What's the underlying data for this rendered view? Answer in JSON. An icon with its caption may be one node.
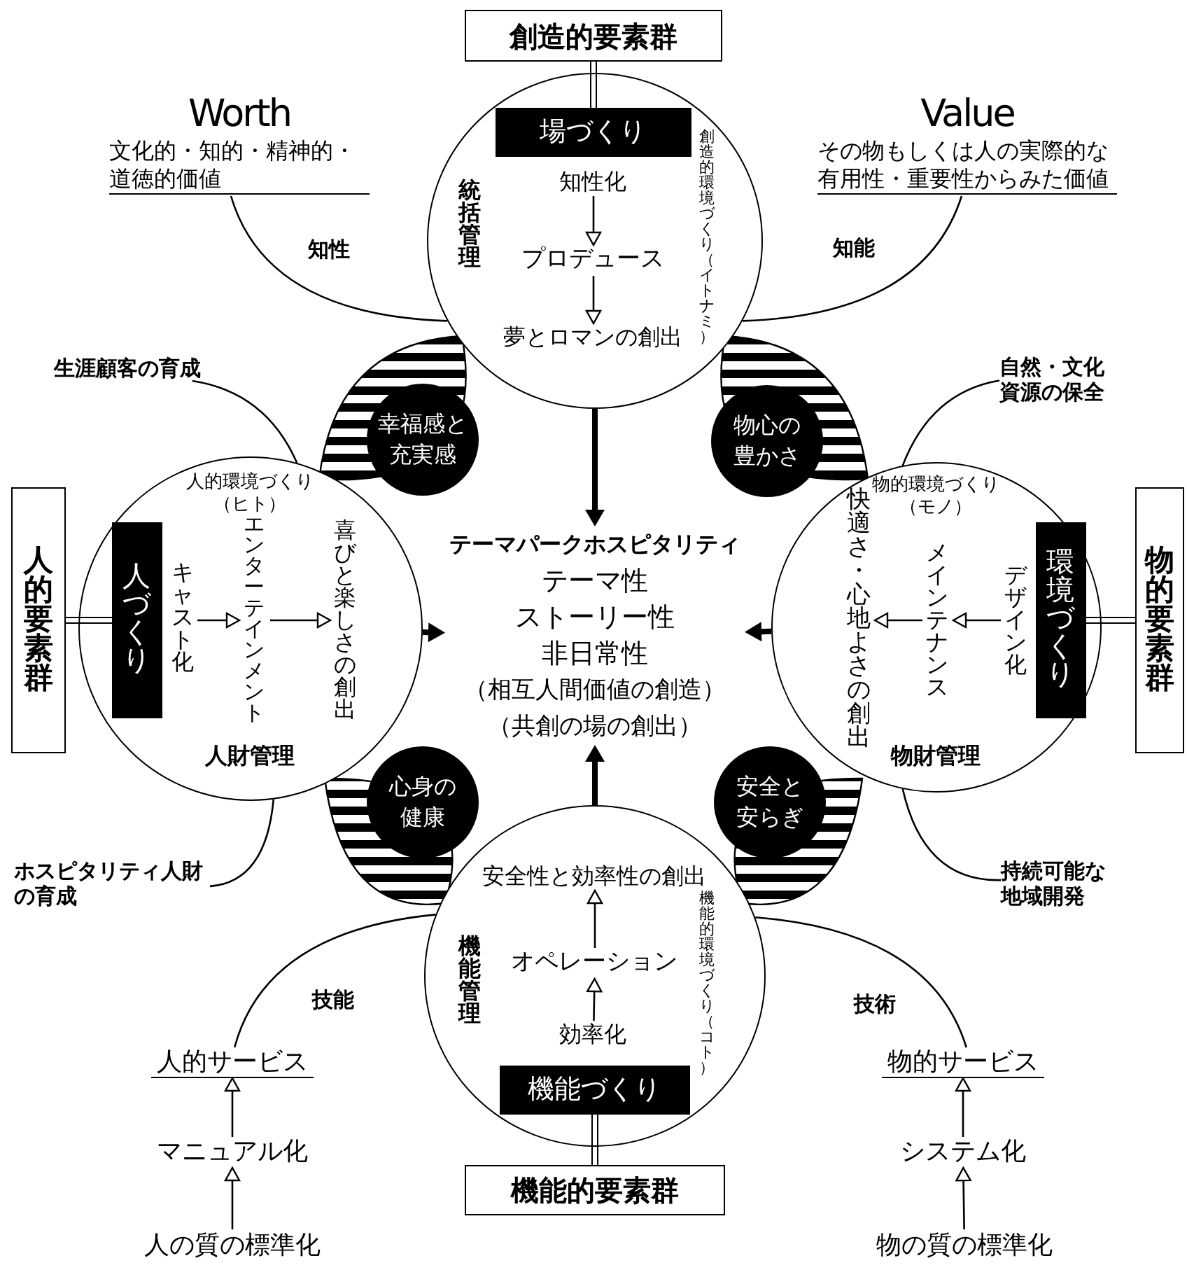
{
  "diagram": {
    "nodes": [
      {
        "text": [
          "創造的要素群"
        ]
      },
      {
        "text": [
          "統括管理",
          "創造的環境づくり（イトナミ）"
        ]
      },
      {
        "text": [
          "場づくり"
        ],
        "in": 1
      },
      {
        "text": [
          "知性化"
        ],
        "in": 1
      },
      {
        "text": [
          "プロデュース"
        ],
        "in": 1
      },
      {
        "text": [
          "夢とロマンの創出"
        ],
        "in": 1
      },
      {
        "text": [
          "人的要素群"
        ]
      },
      {
        "text": [
          "人的環境づくり（ヒト）",
          "人財管理"
        ]
      },
      {
        "text": [
          "人づくり"
        ],
        "in": 7
      },
      {
        "text": [
          "キャスト化"
        ],
        "in": 7
      },
      {
        "text": [
          "エンターテインメント"
        ],
        "in": 7
      },
      {
        "text": [
          "喜びと楽しさの創出"
        ],
        "in": 7
      },
      {
        "text": [
          "テーマパークホスピタリティ",
          "テーマ性",
          "ストーリー性",
          "非日常性",
          "（相互人間価値の創造）",
          "（共創の場の創出）"
        ]
      },
      {
        "text": [
          "物的環境づくり（モノ）",
          "物財管理"
        ]
      },
      {
        "text": [
          "環境づくり"
        ],
        "in": 13
      },
      {
        "text": [
          "デザイン化"
        ],
        "in": 13
      },
      {
        "text": [
          "メインテナンス"
        ],
        "in": 13
      },
      {
        "text": [
          "快適さ・心地よさの創出"
        ],
        "in": 13
      },
      {
        "text": [
          "物的要素群"
        ]
      },
      {
        "text": [
          "機能管理",
          "機能的環境づくり（コト）"
        ]
      },
      {
        "text": [
          "安全性と効率性の創出"
        ],
        "in": 19
      },
      {
        "text": [
          "オペレーション"
        ],
        "in": 19
      },
      {
        "text": [
          "効率化"
        ],
        "in": 19
      },
      {
        "text": [
          "機能づくり"
        ],
        "in": 19
      },
      {
        "text": [
          "機能的要素群"
        ]
      },
      {
        "text": [
          "幸福感と充実感"
        ]
      },
      {
        "text": [
          "物心の豊かさ"
        ]
      },
      {
        "text": [
          "心身の健康"
        ]
      },
      {
        "text": [
          "安全と安らぎ"
        ]
      },
      {
        "text": [
          "Worth",
          "文化的・知的・精神的・道徳的価値"
        ]
      },
      {
        "text": [
          "Value",
          "その物もしくは人の実際的な有用性・重要性からみた価値"
        ]
      },
      {
        "text": [
          "生涯顧客の育成"
        ]
      },
      {
        "text": [
          "自然・文化資源の保全"
        ]
      },
      {
        "text": [
          "ホスピタリティ人財の育成"
        ]
      },
      {
        "text": [
          "持続可能な地域開発"
        ]
      },
      {
        "text": [
          "人的サービス"
        ]
      },
      {
        "text": [
          "マニュアル化"
        ]
      },
      {
        "text": [
          "人の質の標準化"
        ]
      },
      {
        "text": [
          "物的サービス"
        ]
      },
      {
        "text": [
          "システム化"
        ]
      },
      {
        "text": [
          "物の質の標準化"
        ]
      }
    ],
    "edges": [
      {
        "from": 0,
        "to": 2,
        "arrow": "none"
      },
      {
        "from": 3,
        "to": 4,
        "arrow": "to"
      },
      {
        "from": 4,
        "to": 5,
        "arrow": "to"
      },
      {
        "from": 1,
        "to": 12,
        "arrow": "to",
        "style": "thick"
      },
      {
        "from": 6,
        "to": 8,
        "arrow": "none"
      },
      {
        "from": 9,
        "to": 10,
        "arrow": "to"
      },
      {
        "from": 10,
        "to": 11,
        "arrow": "to"
      },
      {
        "from": 7,
        "to": 12,
        "arrow": "to",
        "style": "thick"
      },
      {
        "from": 18,
        "to": 14,
        "arrow": "none"
      },
      {
        "from": 15,
        "to": 16,
        "arrow": "to"
      },
      {
        "from": 16,
        "to": 17,
        "arrow": "to"
      },
      {
        "from": 13,
        "to": 12,
        "arrow": "to",
        "style": "thick"
      },
      {
        "from": 24,
        "to": 23,
        "arrow": "none"
      },
      {
        "from": 22,
        "to": 21,
        "arrow": "to"
      },
      {
        "from": 21,
        "to": 20,
        "arrow": "to"
      },
      {
        "from": 19,
        "to": 12,
        "arrow": "to",
        "style": "thick"
      },
      {
        "from": 29,
        "to": 1,
        "arrow": "none",
        "label": "知性"
      },
      {
        "from": 30,
        "to": 1,
        "arrow": "none",
        "label": "知能"
      },
      {
        "from": 31,
        "to": 7,
        "arrow": "none"
      },
      {
        "from": 32,
        "to": 13,
        "arrow": "none"
      },
      {
        "from": 33,
        "to": 7,
        "arrow": "none"
      },
      {
        "from": 34,
        "to": 13,
        "arrow": "none"
      },
      {
        "from": 35,
        "to": 19,
        "arrow": "none",
        "label": "技能"
      },
      {
        "from": 38,
        "to": 19,
        "arrow": "none",
        "label": "技術"
      },
      {
        "from": 37,
        "to": 36,
        "arrow": "to"
      },
      {
        "from": 36,
        "to": 35,
        "arrow": "to"
      },
      {
        "from": 40,
        "to": 39,
        "arrow": "to"
      },
      {
        "from": 39,
        "to": 38,
        "arrow": "to"
      }
    ]
  }
}
